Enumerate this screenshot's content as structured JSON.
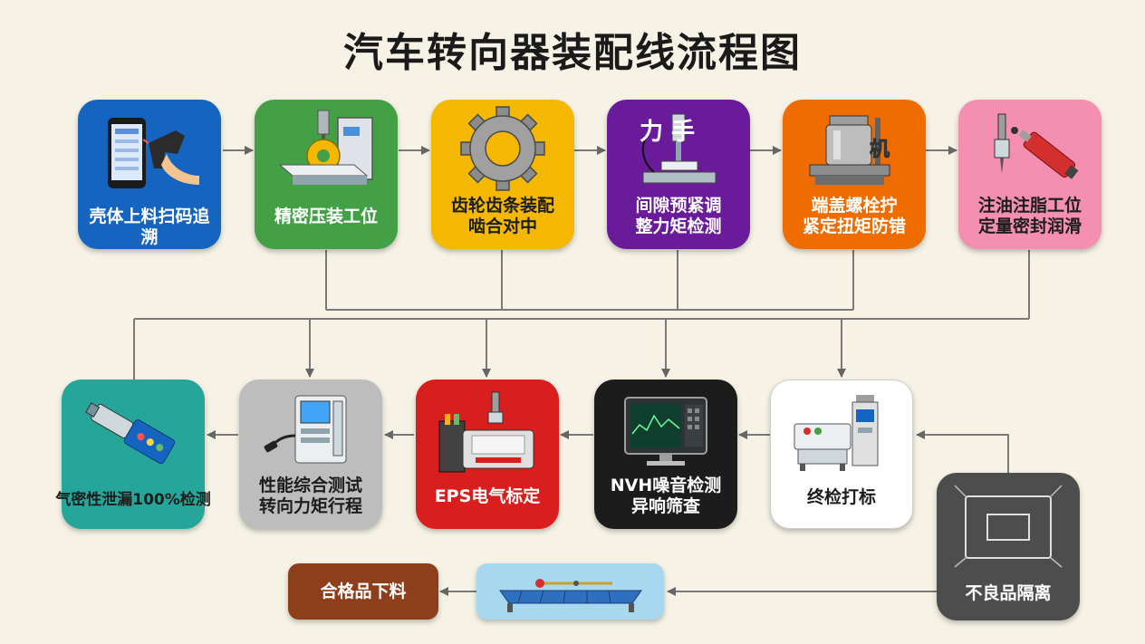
{
  "title": "汽车转向器装配线流程图",
  "stations": [
    {
      "id": "s1",
      "lines": [
        "壳体上料扫码追溯"
      ],
      "icon": "barcode-scanner-icon",
      "color": "#1565c0"
    },
    {
      "id": "s2",
      "lines": [
        "精密压装工位"
      ],
      "icon": "press-machine-icon",
      "color": "#43a047"
    },
    {
      "id": "s3",
      "lines": [
        "齿轮齿条装配",
        "啮合对中"
      ],
      "icon": "gear-icon",
      "color": "#f5b800"
    },
    {
      "id": "s4",
      "lines": [
        "间隙预紧调",
        "整力矩检测"
      ],
      "icon": "torque-tester-icon",
      "color": "#6a1b9a"
    },
    {
      "id": "s5",
      "lines": [
        "端盖螺栓拧",
        "紧定扭矩防错"
      ],
      "icon": "nutrunner-machine-icon",
      "color": "#ef6c00"
    },
    {
      "id": "s6",
      "lines": [
        "注油注脂工位",
        "定量密封润滑"
      ],
      "icon": "grease-dispenser-icon",
      "color": "#f48fb1"
    },
    {
      "id": "s7",
      "lines": [
        "终检打标"
      ],
      "icon": "marking-station-icon",
      "color": "#ffffff"
    },
    {
      "id": "s8",
      "lines": [
        "NVH噪音检测",
        "异响筛查"
      ],
      "icon": "monitor-icon",
      "color": "#1c1c1c"
    },
    {
      "id": "s9",
      "lines": [
        "EPS电气标定"
      ],
      "icon": "calibration-bench-icon",
      "color": "#d91e1e"
    },
    {
      "id": "s10",
      "lines": [
        "性能综合测试",
        "转向力矩行程"
      ],
      "icon": "test-machine-icon",
      "color": "#bdbdbd"
    },
    {
      "id": "s11",
      "lines": [
        "气密性泄漏100%检测"
      ],
      "icon": "leak-tester-icon",
      "color": "#26a69a"
    },
    {
      "id": "s12",
      "lines": [
        "不良品隔离"
      ],
      "icon": "quarantine-cage-icon",
      "color": "#4d4d4d"
    }
  ],
  "outputs": {
    "conveyor": {
      "icon": "conveyor-icon",
      "color": "#a8d8f0"
    },
    "pass": {
      "label": "合格品下料",
      "color": "#8d3e1a"
    }
  },
  "icon_text": {
    "s4": "力 手",
    "s5": "机"
  }
}
